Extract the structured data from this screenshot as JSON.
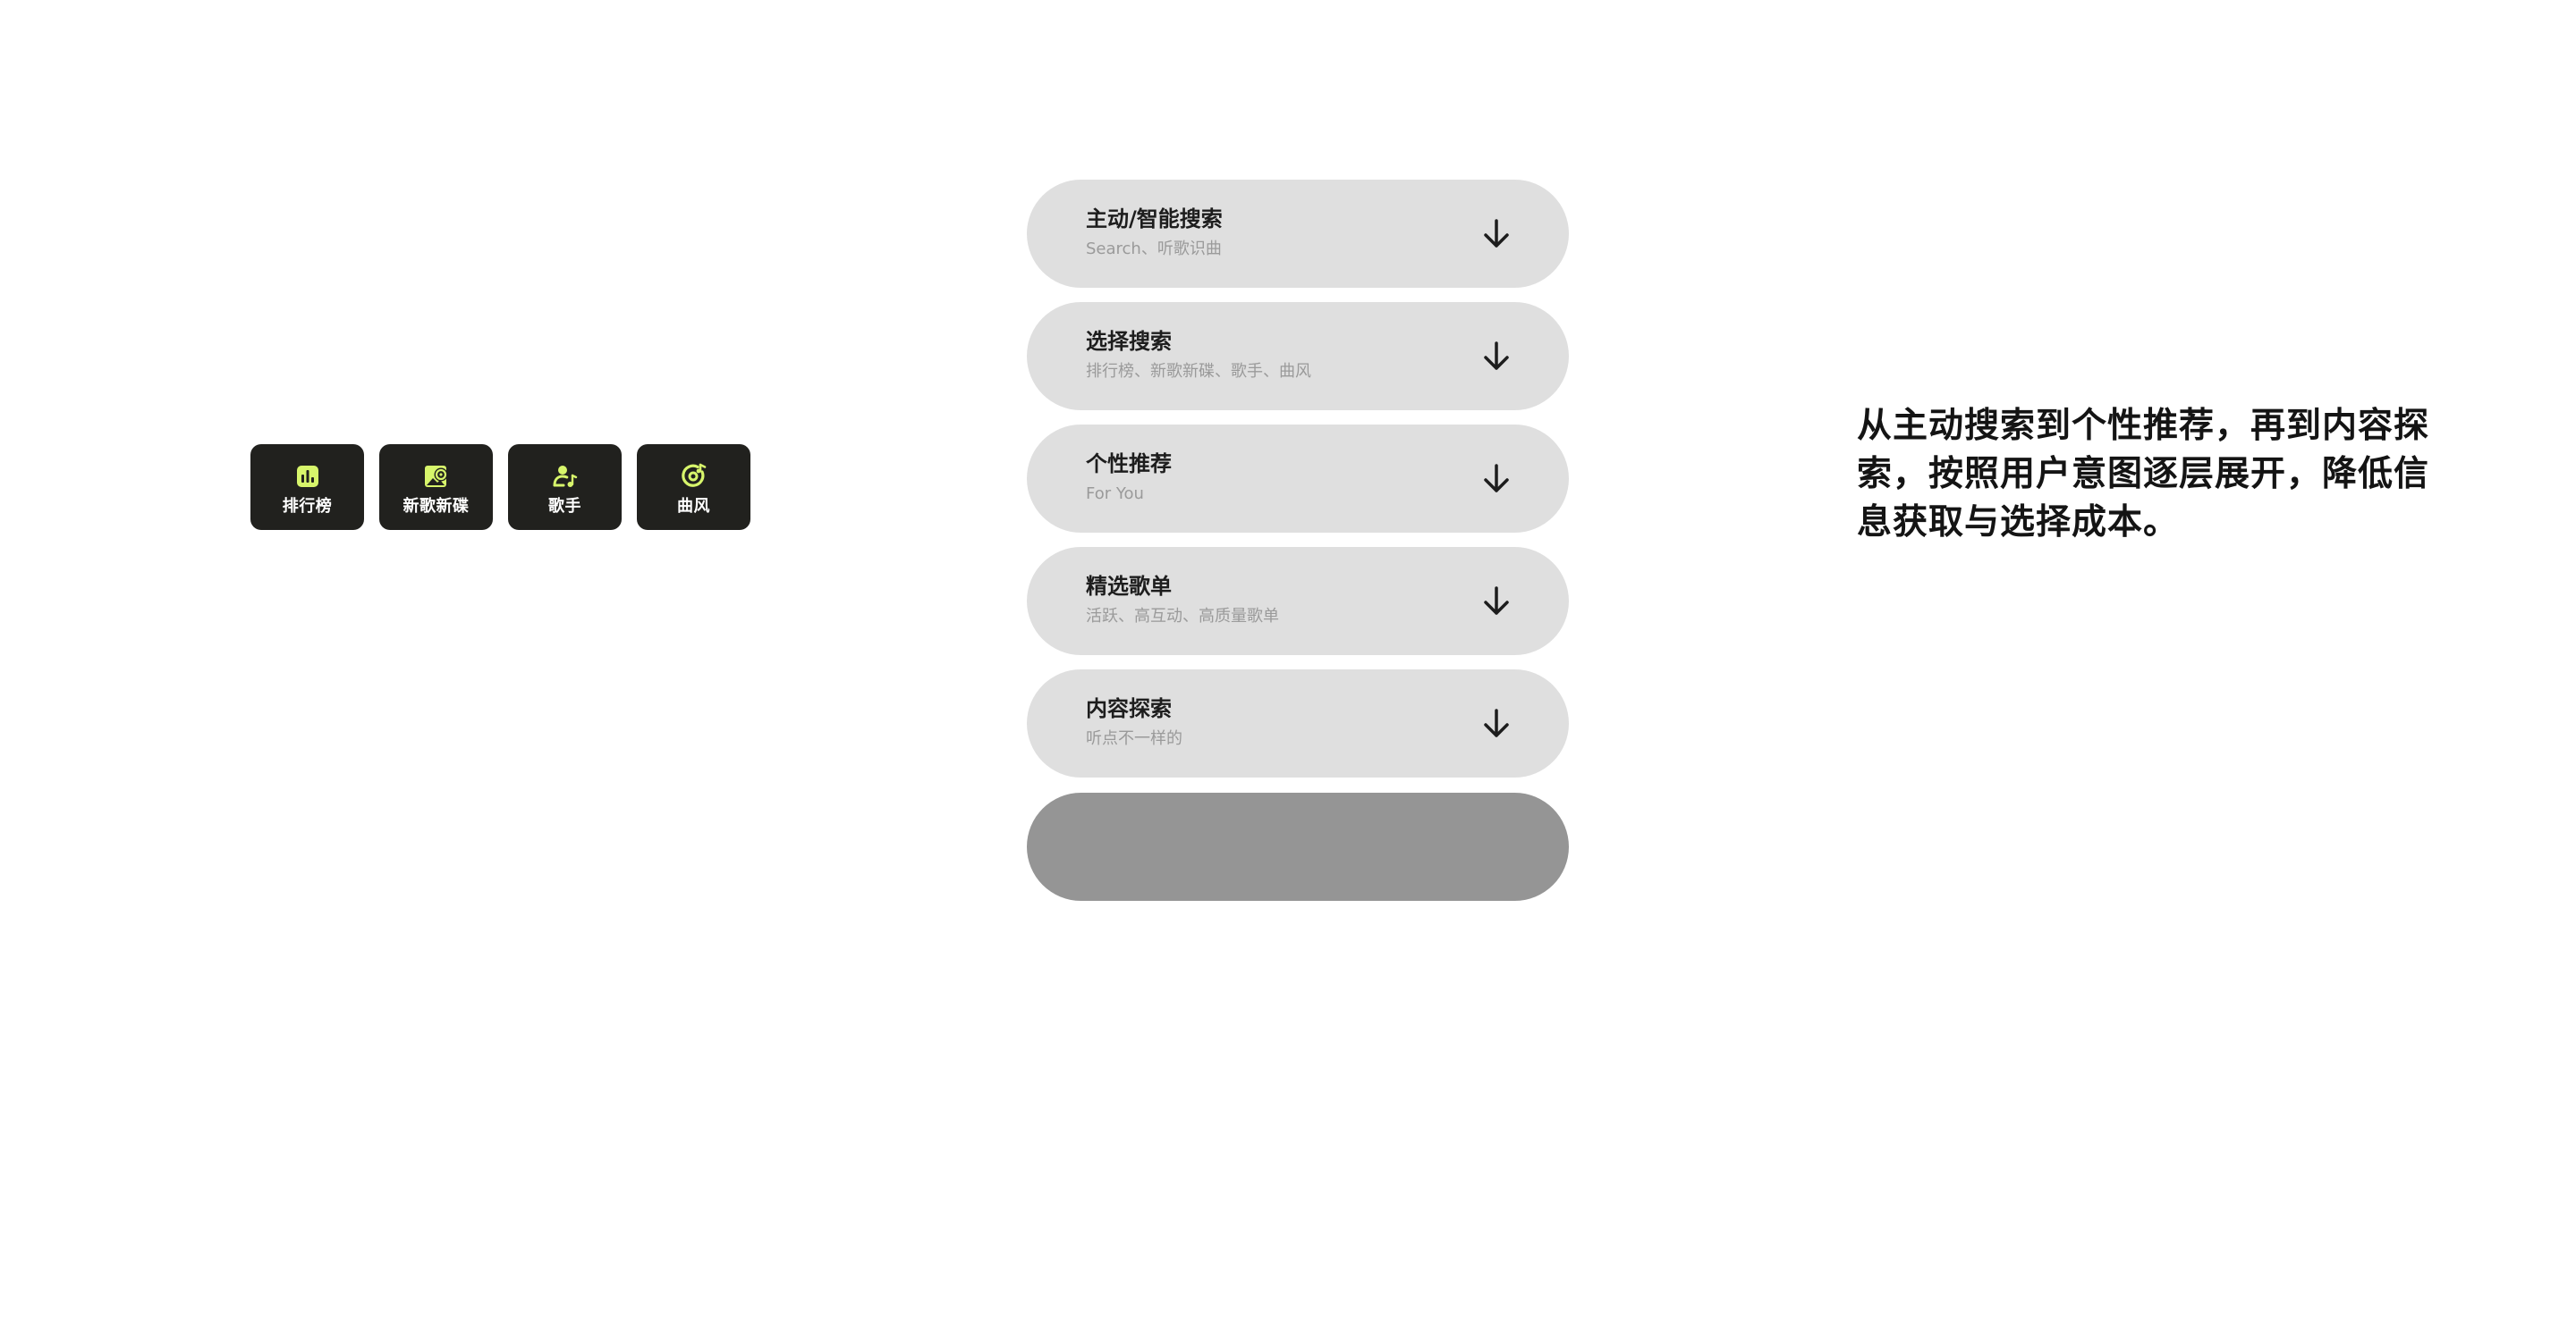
{
  "categories": [
    {
      "label": "排行榜",
      "icon": "bar-chart-icon"
    },
    {
      "label": "新歌新碟",
      "icon": "album-icon"
    },
    {
      "label": "歌手",
      "icon": "singer-icon"
    },
    {
      "label": "曲风",
      "icon": "music-disc-icon"
    }
  ],
  "stack": {
    "rows": [
      {
        "title": "主动/智能搜索",
        "subtitle": "Search、听歌识曲",
        "icon": "arrow-down-icon"
      },
      {
        "title": "选择搜索",
        "subtitle": "排行榜、新歌新碟、歌手、曲风",
        "icon": "arrow-down-icon"
      },
      {
        "title": "个性推荐",
        "subtitle": "For You",
        "icon": "arrow-down-icon"
      },
      {
        "title": "精选歌单",
        "subtitle": "活跃、高互动、高质量歌单",
        "icon": "arrow-down-icon"
      },
      {
        "title": "内容探索",
        "subtitle": "听点不一样的",
        "icon": "arrow-down-icon"
      }
    ]
  },
  "description": "从主动搜索到个性推荐，再到内容探索，按照用户意图逐层展开，降低信息获取与选择成本。",
  "colors": {
    "tile_bg": "#21211e",
    "accent": "#d7f56b",
    "row_bg": "#dfdfdf",
    "row_empty_bg": "#959595"
  }
}
